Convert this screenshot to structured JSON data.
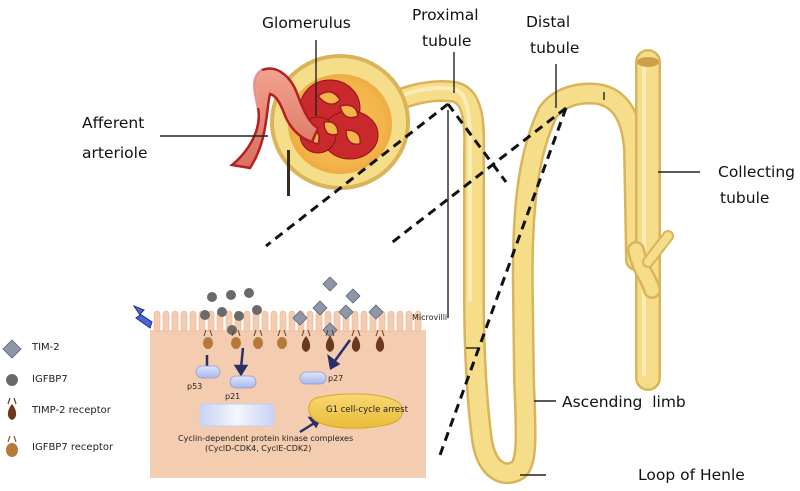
{
  "labels": {
    "glomerulus": "Glomerulus",
    "proximal_1": "Proximal",
    "proximal_2": "tubule",
    "distal_1": "Distal",
    "distal_2": "tubule",
    "afferent_1": "Afferent",
    "afferent_2": "arteriole",
    "collecting_1": "Collecting",
    "collecting_2": "tubule",
    "ascending": "Ascending  limb",
    "loop": "Loop of Henle"
  },
  "cell_panel": {
    "microvilli": "Microvilli",
    "p53": "p53",
    "p21": "p21",
    "p27": "p27",
    "arrest": "G1 cell-cycle arrest",
    "complex_1": "Cyclin-dependent protein kinase complexes",
    "complex_2": "(CyclD-CDK4, CyclE-CDK2)"
  },
  "legend": [
    {
      "icon": "diamond-icon",
      "label": "TIM-2"
    },
    {
      "icon": "circle-icon",
      "label": "IGFBP7"
    },
    {
      "icon": "timp2-receptor-icon",
      "label": "TIMP-2 receptor"
    },
    {
      "icon": "igfbp7-receptor-icon",
      "label": "IGFBP7 receptor"
    }
  ],
  "colors": {
    "tubule": "#f6dd8a",
    "tubule_edge": "#d9b45a",
    "cell": "#f4cdb0",
    "artery": "#c9282c",
    "arrest_fill": "#f3c84b",
    "complex_fill": "#dce3f7",
    "protein": "#c4cdf2"
  }
}
